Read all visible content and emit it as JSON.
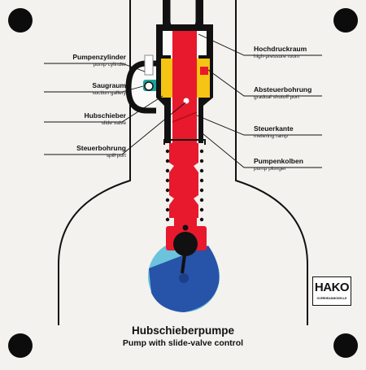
{
  "title": {
    "de": "Hubschieberpumpe",
    "en": "Pump with slide-valve control"
  },
  "labels_left": [
    {
      "id": "pump-cylinder",
      "de": "Pumpenzylinder",
      "en": "pump cylinder"
    },
    {
      "id": "suction-gallery",
      "de": "Saugraum",
      "en": "suction gallery"
    },
    {
      "id": "slide-valve",
      "de": "Hubschieber",
      "en": "slide valve"
    },
    {
      "id": "spill-port",
      "de": "Steuerbohrung",
      "en": "spill port"
    }
  ],
  "labels_right": [
    {
      "id": "high-pressure-room",
      "de": "Hochdruckraum",
      "en": "high-pressure room"
    },
    {
      "id": "gradual-shutoff-port",
      "de": "Absteuerbohrung",
      "en": "gradual shutoff port"
    },
    {
      "id": "metering-ramp",
      "de": "Steuerkante",
      "en": "metering ramp"
    },
    {
      "id": "pump-plunger",
      "de": "Pumpenkolben",
      "en": "pump plunger"
    }
  ],
  "logo": {
    "word": "HAKO",
    "sub": "OVERHEADMODELLE"
  },
  "colors": {
    "background": "#f4f2ee",
    "housing": "#111111",
    "plunger": "#e8192c",
    "slide_valve": "#f5c414",
    "suction": "#1aa39a",
    "cam_blue": "#2753a8",
    "cam_light": "#6cc3dc"
  }
}
